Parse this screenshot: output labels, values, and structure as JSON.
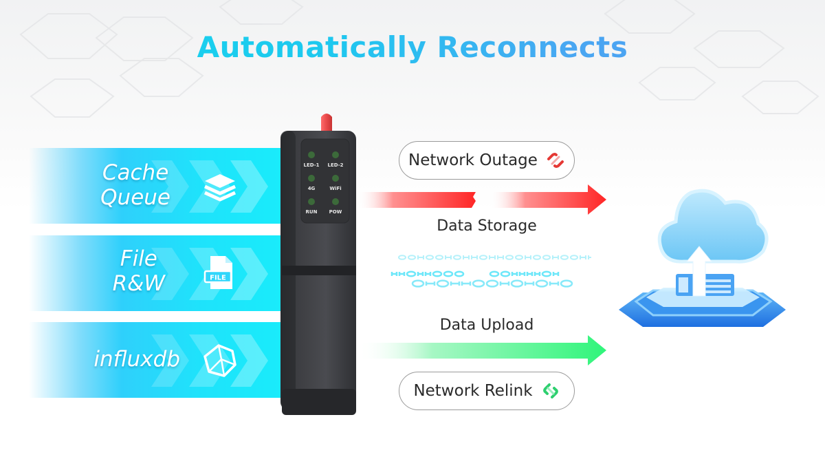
{
  "title": "Automatically Reconnects",
  "features": [
    {
      "label_line1": "Cache",
      "label_line2": "Queue",
      "icon": "layers-stack-icon"
    },
    {
      "label_line1": "File",
      "label_line2": "R&W",
      "icon": "file-icon",
      "icon_text": "FILE"
    },
    {
      "label_line1": "influxdb",
      "label_line2": "",
      "icon": "influxdb-polyhedron-icon"
    }
  ],
  "device": {
    "leds": [
      {
        "label": "LED-1"
      },
      {
        "label": "LED-2"
      },
      {
        "label": "4G"
      },
      {
        "label": "WiFi"
      },
      {
        "label": "RUN"
      },
      {
        "label": "POW"
      }
    ],
    "antenna_color": "#e8494a",
    "led_color": "#3c6a3a"
  },
  "flow": {
    "outage_pill": {
      "label": "Network Outage",
      "icon": "broken-link-icon",
      "color": "#e53935"
    },
    "outage_arrow_caption": "Data Storage",
    "upload_caption": "Data Upload",
    "relink_pill": {
      "label": "Network Relink",
      "icon": "link-icon",
      "color": "#2ecf6f"
    },
    "outage_arrow_color": "#ff2e2e",
    "upload_arrow_color": "#2ff57a"
  },
  "cloud": {
    "icon": "cloud-upload-server-icon"
  }
}
